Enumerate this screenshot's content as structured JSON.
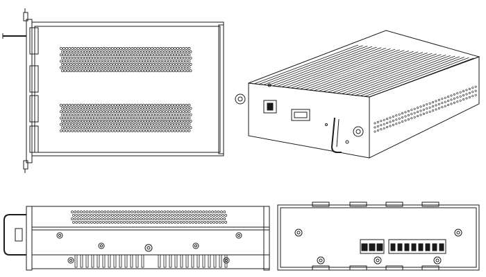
{
  "drawing": {
    "line_color": "#1a1a1a",
    "background": "#ffffff",
    "views": [
      {
        "key": "top",
        "name": "top-view"
      },
      {
        "key": "iso",
        "name": "isometric-view"
      },
      {
        "key": "side",
        "name": "side-view"
      },
      {
        "key": "rear",
        "name": "rear-view"
      }
    ]
  }
}
